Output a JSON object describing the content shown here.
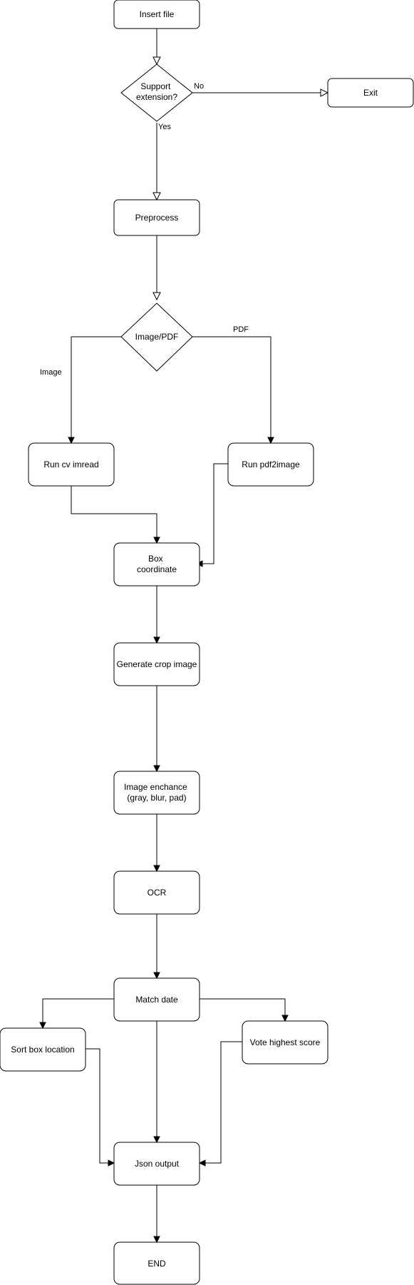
{
  "nodes": {
    "insert_file": "Insert file",
    "support_extension": [
      "Support",
      "extension?"
    ],
    "exit": "Exit",
    "preprocess": "Preprocess",
    "image_pdf": "Image/PDF",
    "run_cv_imread": "Run cv imread",
    "run_pdf2image": "Run pdf2image",
    "box_coordinate": [
      "Box",
      "coordinate"
    ],
    "generate_crop_image": "Generate crop image",
    "image_enhance": [
      "Image enchance",
      "(gray, blur, pad)"
    ],
    "ocr": "OCR",
    "match_date": "Match date",
    "sort_box_location": "Sort box location",
    "vote_highest_score": "Vote highest score",
    "json_output": "Json output",
    "end": "END"
  },
  "edge_labels": {
    "no": "No",
    "yes": "Yes",
    "pdf": "PDF",
    "image": "Image"
  }
}
